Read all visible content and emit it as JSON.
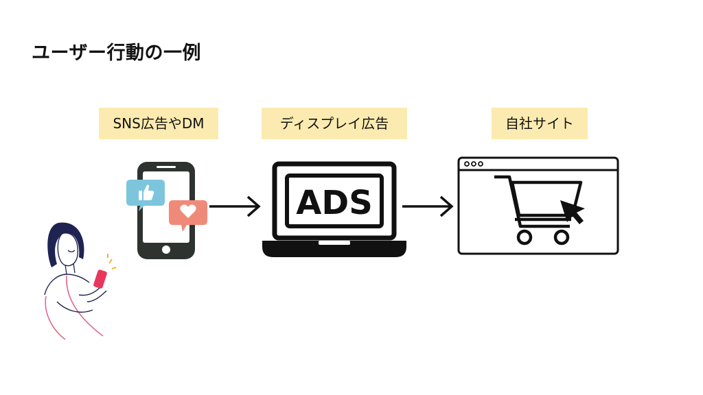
{
  "title": "ユーザー行動の一例",
  "colors": {
    "label_bg": "#fcebb0",
    "ink": "#111111",
    "phone_body": "#2e3330",
    "bubble_blue": "#7cc5dc",
    "bubble_salmon": "#f08a78",
    "person_hair": "#1f2352",
    "person_phone": "#e8365d"
  },
  "steps": [
    {
      "label": "SNS広告やDM",
      "icon": "smartphone-social-icon"
    },
    {
      "label": "ディスプレイ広告",
      "icon": "laptop-ads-icon",
      "screen_text": "ADS"
    },
    {
      "label": "自社サイト",
      "icon": "browser-cart-icon"
    }
  ]
}
